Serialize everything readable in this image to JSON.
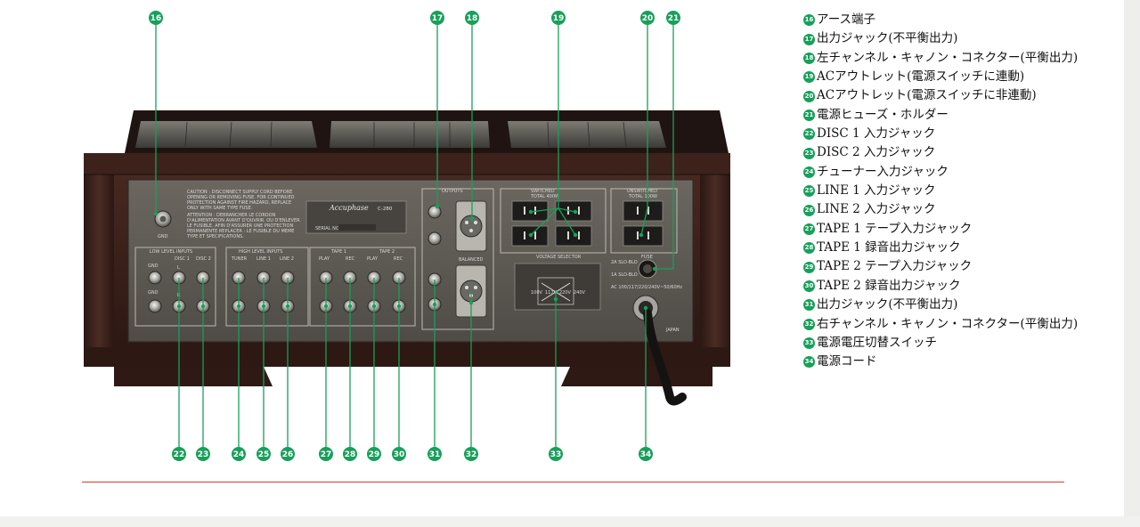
{
  "figure": {
    "panel_caution": [
      "CAUTION : DISCONNECT SUPPLY CORD BEFORE",
      "OPENING OR REMOVING FUSE.  FOR CONTINUED",
      "PROTECTION AGAINST FIRE HAZARD,  REPLACE",
      "ONLY WITH SAME TYPE FUSE.",
      "ATTENTION : DEBRANCHER LE CORDON",
      "D'ALIMENTATION AVANT D'OUVRIR. OU D'ENLEVER",
      "LE FUSIBLE.  AFIN D'ASSURER UNE PROTECTION",
      "PERMANENTE REPLACER : LE FUSIBLE DU MEME",
      "TYPE ET SPECIFICATIONS."
    ],
    "brand": "Accuphase",
    "model": "C-280",
    "serial_label": "SERIAL NO.",
    "gnd_label": "GND",
    "low_level_inputs": "LOW LEVEL INPUTS",
    "high_level_inputs": "HIGH LEVEL INPUTS",
    "disc1": "DISC 1",
    "disc2": "DISC 2",
    "tuner": "TUNER",
    "line1": "LINE 1",
    "line2": "LINE 2",
    "tape1": "TAPE 1",
    "tape2": "TAPE 2",
    "play": "PLAY",
    "rec": "REC",
    "ch_l": "L",
    "ch_r": "R",
    "outputs": "OUTPUTS",
    "balanced": "BALANCED",
    "switched": "SWITCHED",
    "switched_total": "TOTAL 400W",
    "unswitched": "UNSWITCHED",
    "unswitched_total": "TOTAL 100W",
    "voltage_selector": "VOLTAGE SELECTOR",
    "v100": "100V",
    "v117": "117V",
    "v220": "220V",
    "v240": "240V",
    "fuse": "FUSE",
    "fuse_spec1": "2A SLO-BLO",
    "fuse_spec2": "1A SLO-BLO",
    "ac_rating": "AC 100/117/220/240V~50/60Hz",
    "japan": "JAPAN",
    "callouts": [
      "16",
      "17",
      "18",
      "19",
      "20",
      "21",
      "22",
      "23",
      "24",
      "25",
      "26",
      "27",
      "28",
      "29",
      "30",
      "31",
      "32",
      "33",
      "34"
    ]
  },
  "legend": [
    {
      "num": "16",
      "text": "アース端子"
    },
    {
      "num": "17",
      "text": "出力ジャック(不平衡出力)"
    },
    {
      "num": "18",
      "text": "左チャンネル・キャノン・コネクター(平衡出力)"
    },
    {
      "num": "19",
      "text": "ACアウトレット(電源スイッチに連動)"
    },
    {
      "num": "20",
      "text": "ACアウトレット(電源スイッチに非連動)"
    },
    {
      "num": "21",
      "text": "電源ヒューズ・ホルダー"
    },
    {
      "num": "22",
      "text": "DISC 1  入力ジャック"
    },
    {
      "num": "23",
      "text": "DISC 2  入力ジャック"
    },
    {
      "num": "24",
      "text": "チューナー入力ジャック"
    },
    {
      "num": "25",
      "text": "LINE 1  入力ジャック"
    },
    {
      "num": "26",
      "text": "LINE 2  入力ジャック"
    },
    {
      "num": "27",
      "text": "TAPE 1  テープ入力ジャック"
    },
    {
      "num": "28",
      "text": "TAPE 1  録音出力ジャック"
    },
    {
      "num": "29",
      "text": "TAPE 2  テープ入力ジャック"
    },
    {
      "num": "30",
      "text": "TAPE 2  録音出力ジャック"
    },
    {
      "num": "31",
      "text": "出力ジャック(不平衡出力)"
    },
    {
      "num": "32",
      "text": "右チャンネル・キャノン・コネクター(平衡出力)"
    },
    {
      "num": "33",
      "text": "電源電圧切替スイッチ"
    },
    {
      "num": "34",
      "text": "電源コード"
    }
  ],
  "colors": {
    "accent_green": "#17a05a",
    "rule_red": "#d9381e",
    "wood": "#3b211b",
    "panel": "#5f5b55"
  }
}
